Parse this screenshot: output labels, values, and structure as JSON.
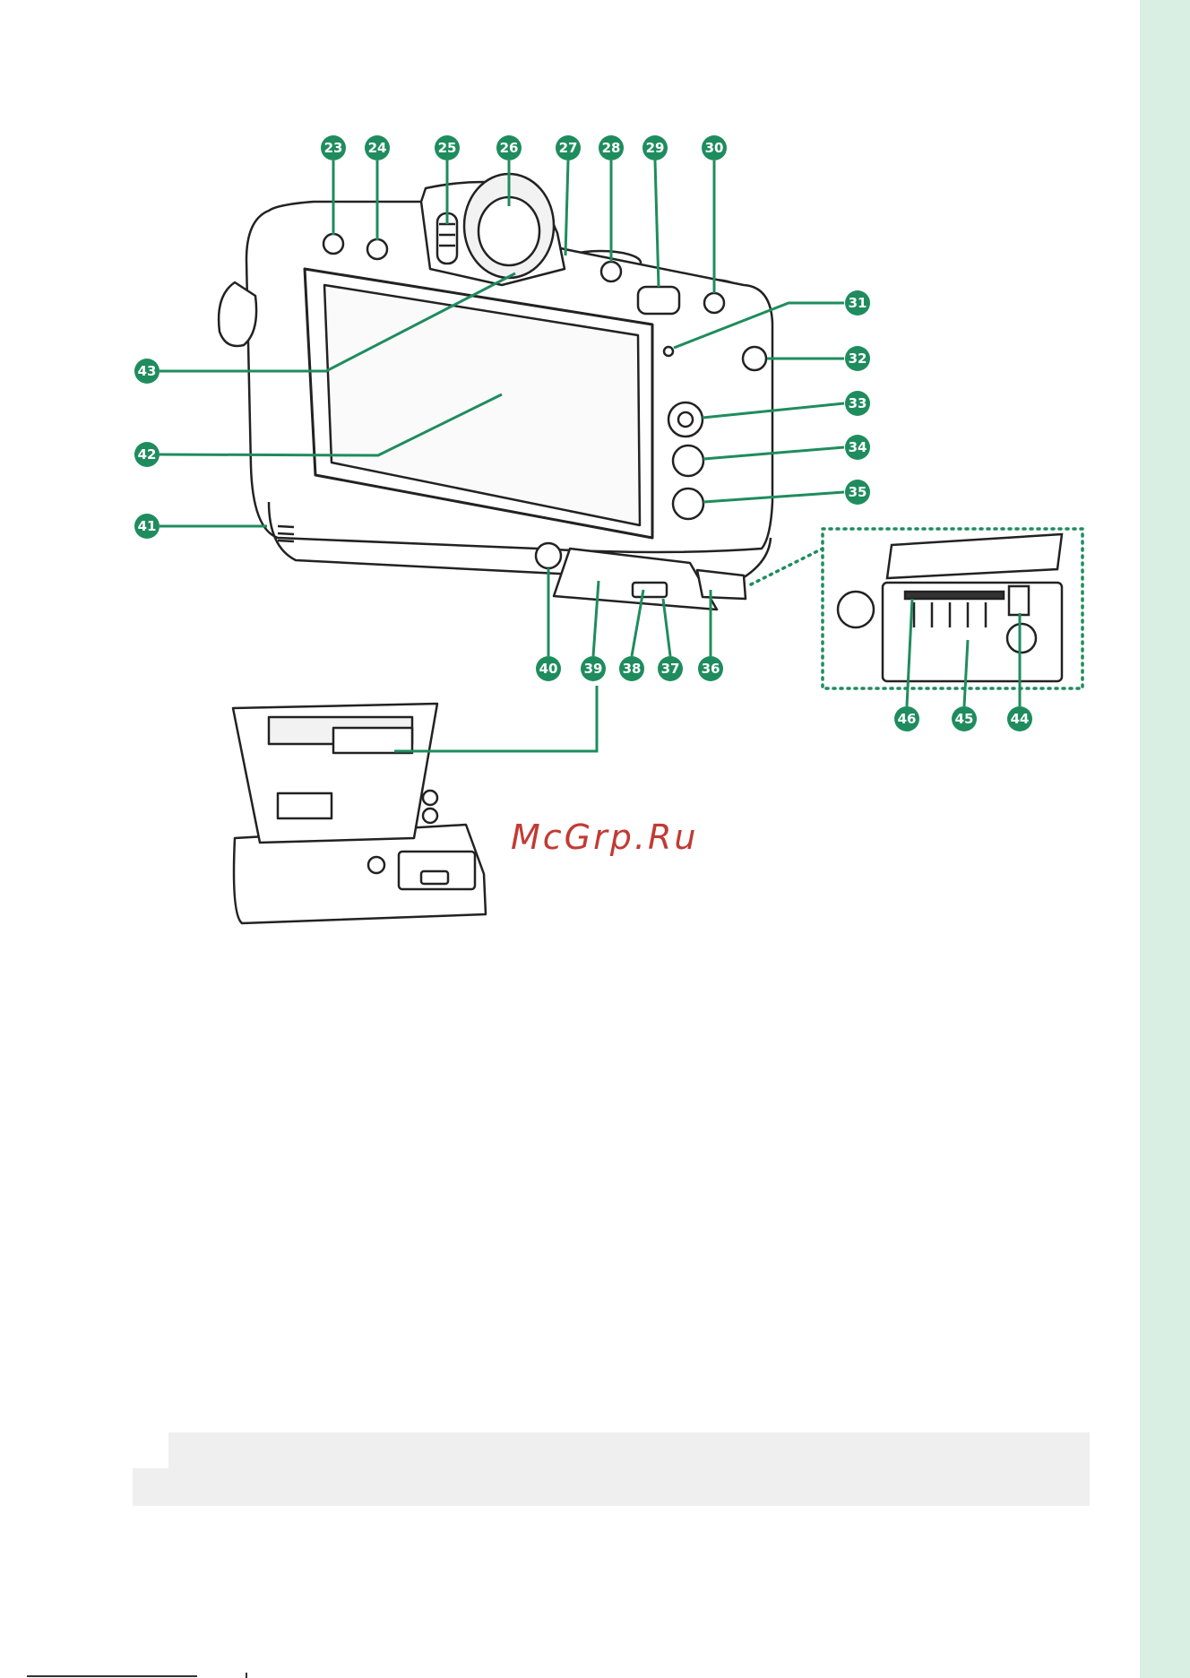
{
  "callouts": {
    "c23": "23",
    "c24": "24",
    "c25": "25",
    "c26": "26",
    "c27": "27",
    "c28": "28",
    "c29": "29",
    "c30": "30",
    "c31": "31",
    "c32": "32",
    "c33": "33",
    "c34": "34",
    "c35": "35",
    "c36": "36",
    "c37": "37",
    "c38": "38",
    "c39": "39",
    "c40": "40",
    "c41": "41",
    "c42": "42",
    "c43": "43",
    "c44": "44",
    "c45": "45",
    "c46": "46"
  },
  "watermark": "McGrp.Ru",
  "colors": {
    "callout": "#1f8c5e",
    "side_tab": "#d9efe3",
    "note_band": "#efefef",
    "watermark": "#c23a34"
  }
}
